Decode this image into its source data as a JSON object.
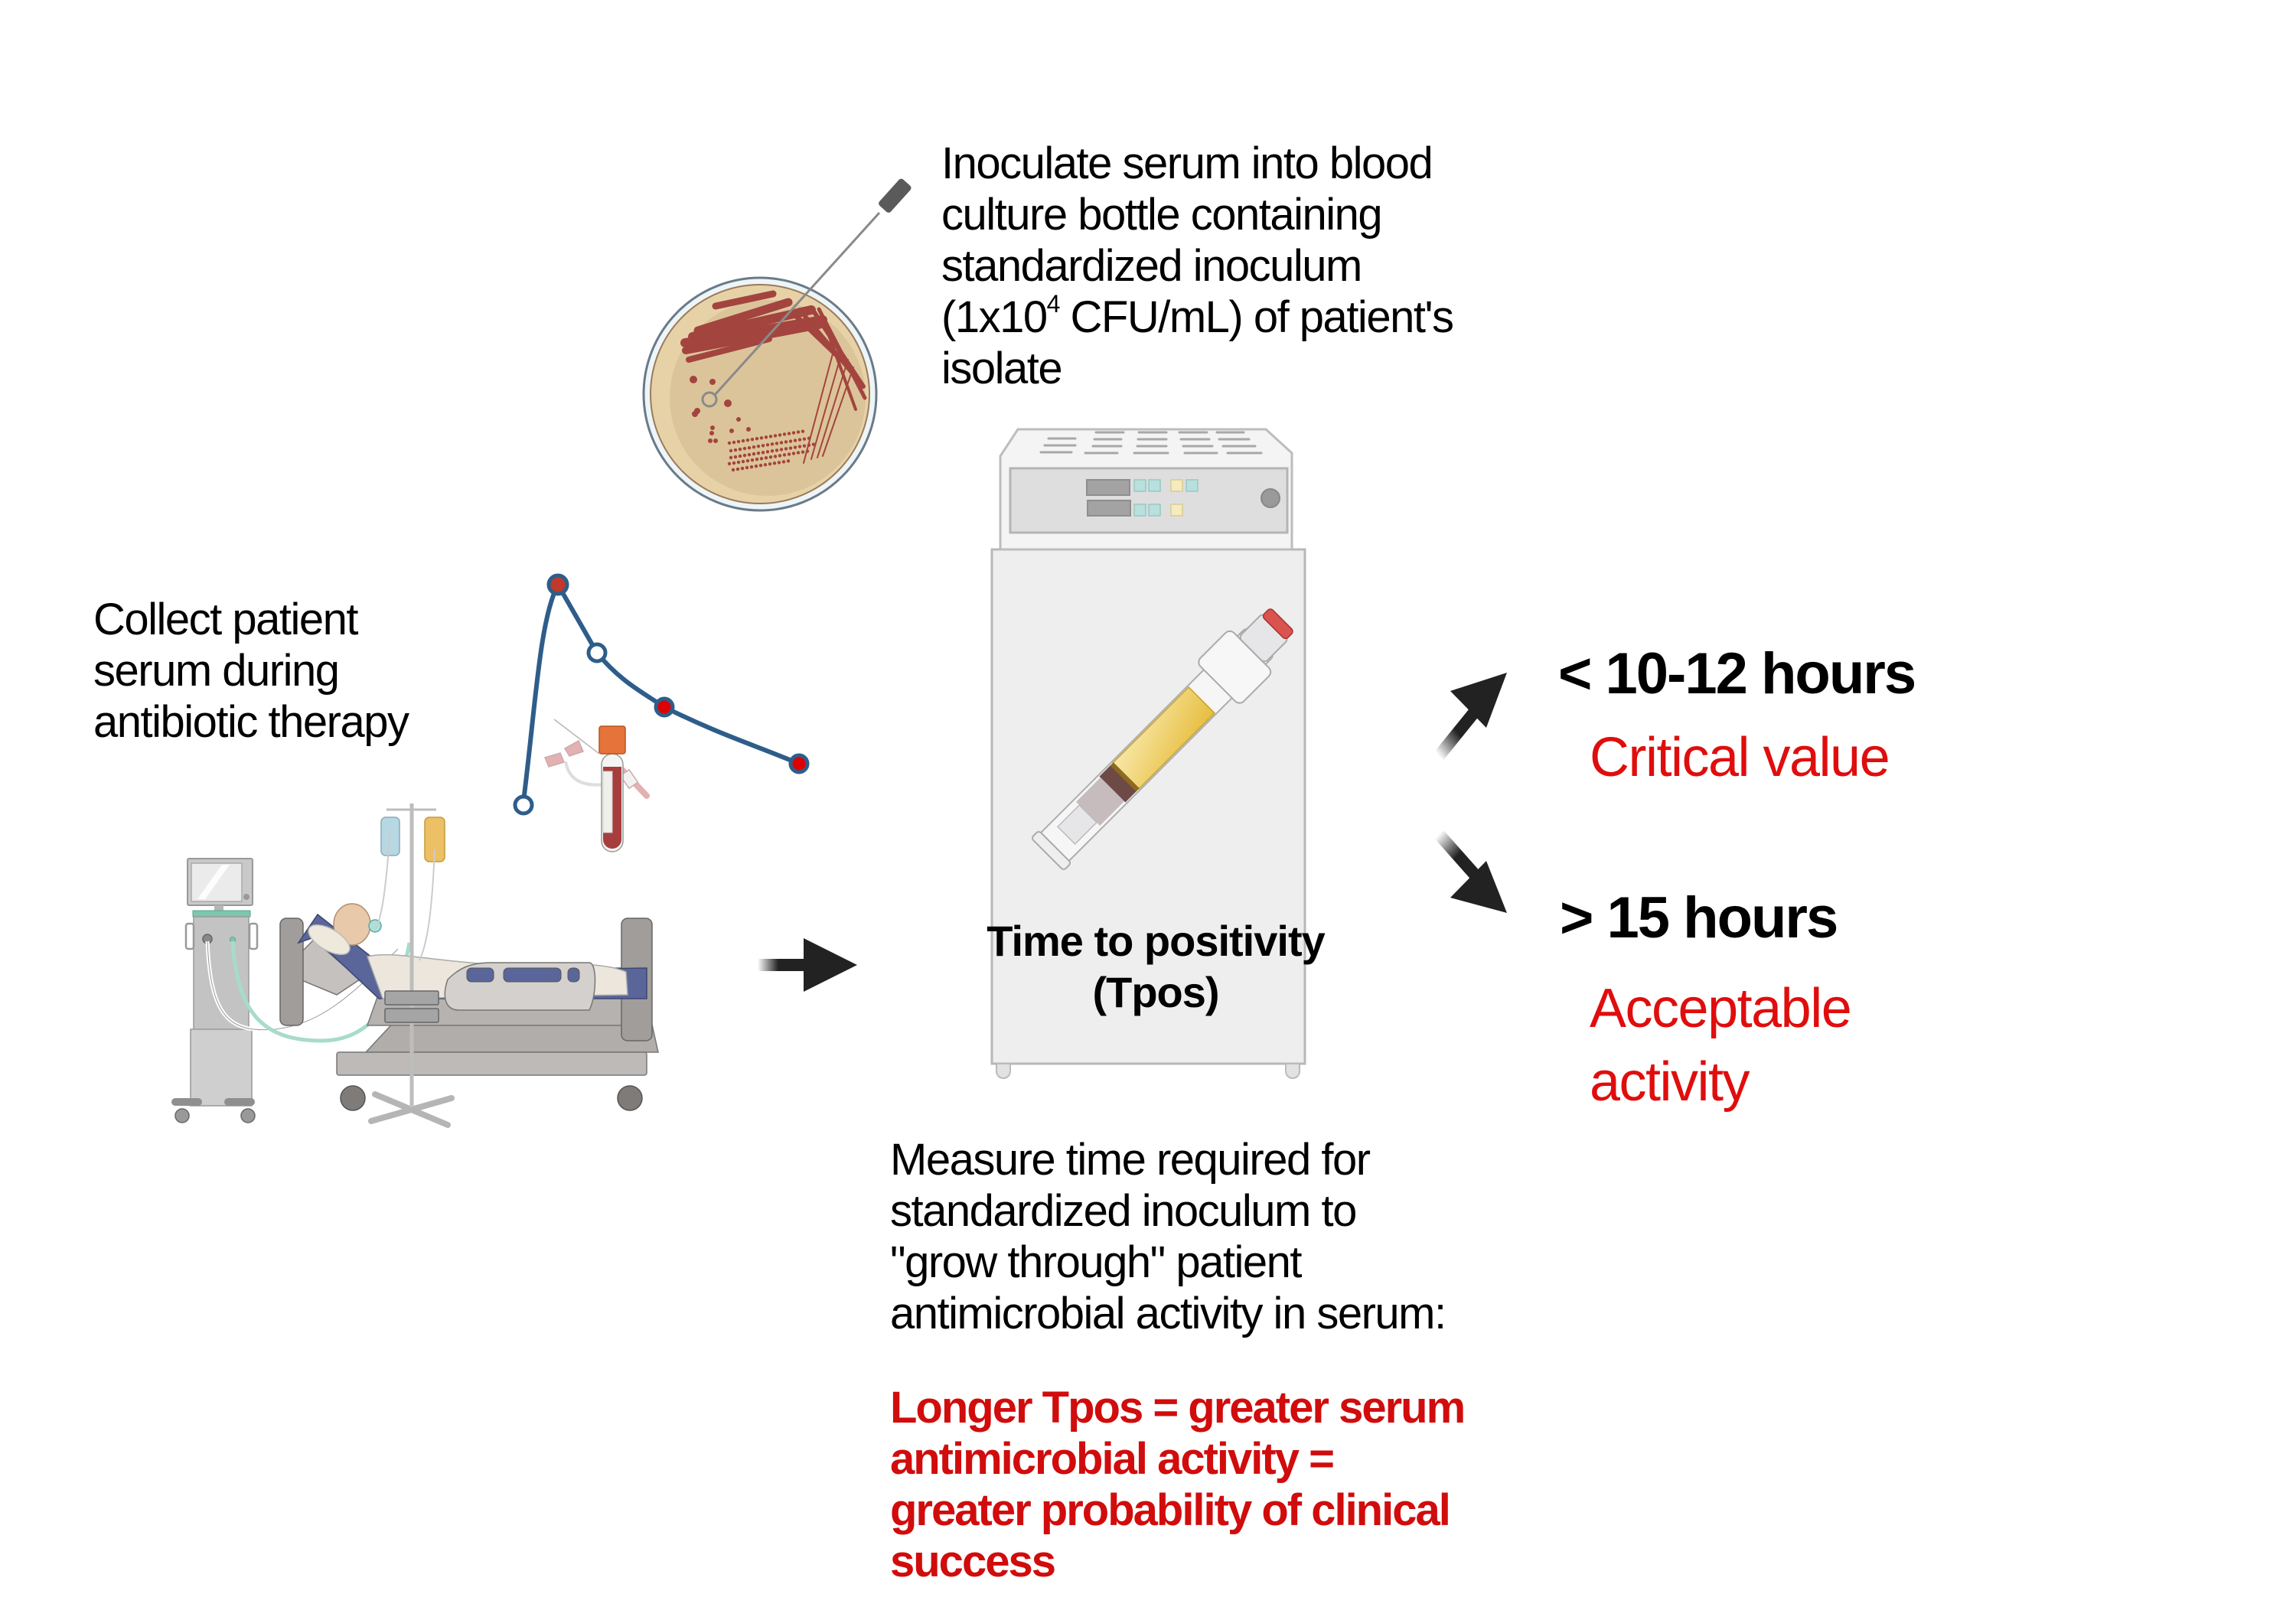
{
  "figure": {
    "step_inoculate": {
      "lines": [
        "Inoculate serum into blood",
        "culture bottle containing",
        "standardized inoculum"
      ],
      "line4_prefix": "(1x10",
      "line4_sup": "4",
      "line4_suffix": " CFU/mL) of patient's",
      "line5": "isolate"
    },
    "step_collect": {
      "lines": [
        "Collect patient",
        "serum during",
        "antibiotic therapy"
      ]
    },
    "instrument_label": {
      "lines": [
        "Time to positivity",
        "(Tpos)"
      ]
    },
    "step_measure": {
      "lines": [
        "Measure time required for",
        "standardized inoculum to",
        "\"grow through\" patient",
        "antimicrobial activity in serum:"
      ]
    },
    "conclusion": {
      "lines": [
        "Longer Tpos = greater serum",
        "antimicrobial activity =",
        "greater probability of clinical",
        "success"
      ],
      "color": "#d10c0c"
    },
    "outcomes": [
      {
        "threshold": "< 10-12 hours",
        "interpretation_lines": [
          "Critical value"
        ],
        "color": "#e00d0d"
      },
      {
        "threshold": "> 15  hours",
        "interpretation_lines": [
          "Acceptable",
          "activity"
        ],
        "color": "#e00d0d"
      }
    ],
    "pk_curve": {
      "points": [
        {
          "label": "trough-pre",
          "filled": false
        },
        {
          "label": "peak",
          "filled": true
        },
        {
          "label": "mid-1",
          "filled": false
        },
        {
          "label": "mid-2",
          "filled": true
        },
        {
          "label": "trough",
          "filled": true
        }
      ],
      "line_color": "#2e5d8a",
      "fill_color": "#e00000"
    },
    "icons": [
      "petri-dish-icon",
      "inoculation-loop-icon",
      "blood-culture-instrument-icon",
      "blood-culture-bottle-icon",
      "patient-bed-icon",
      "ventilator-icon",
      "iv-pole-icon",
      "blood-tube-icon",
      "butterfly-needle-icon",
      "arrow-right-icon",
      "arrow-up-right-icon",
      "arrow-down-right-icon"
    ]
  }
}
